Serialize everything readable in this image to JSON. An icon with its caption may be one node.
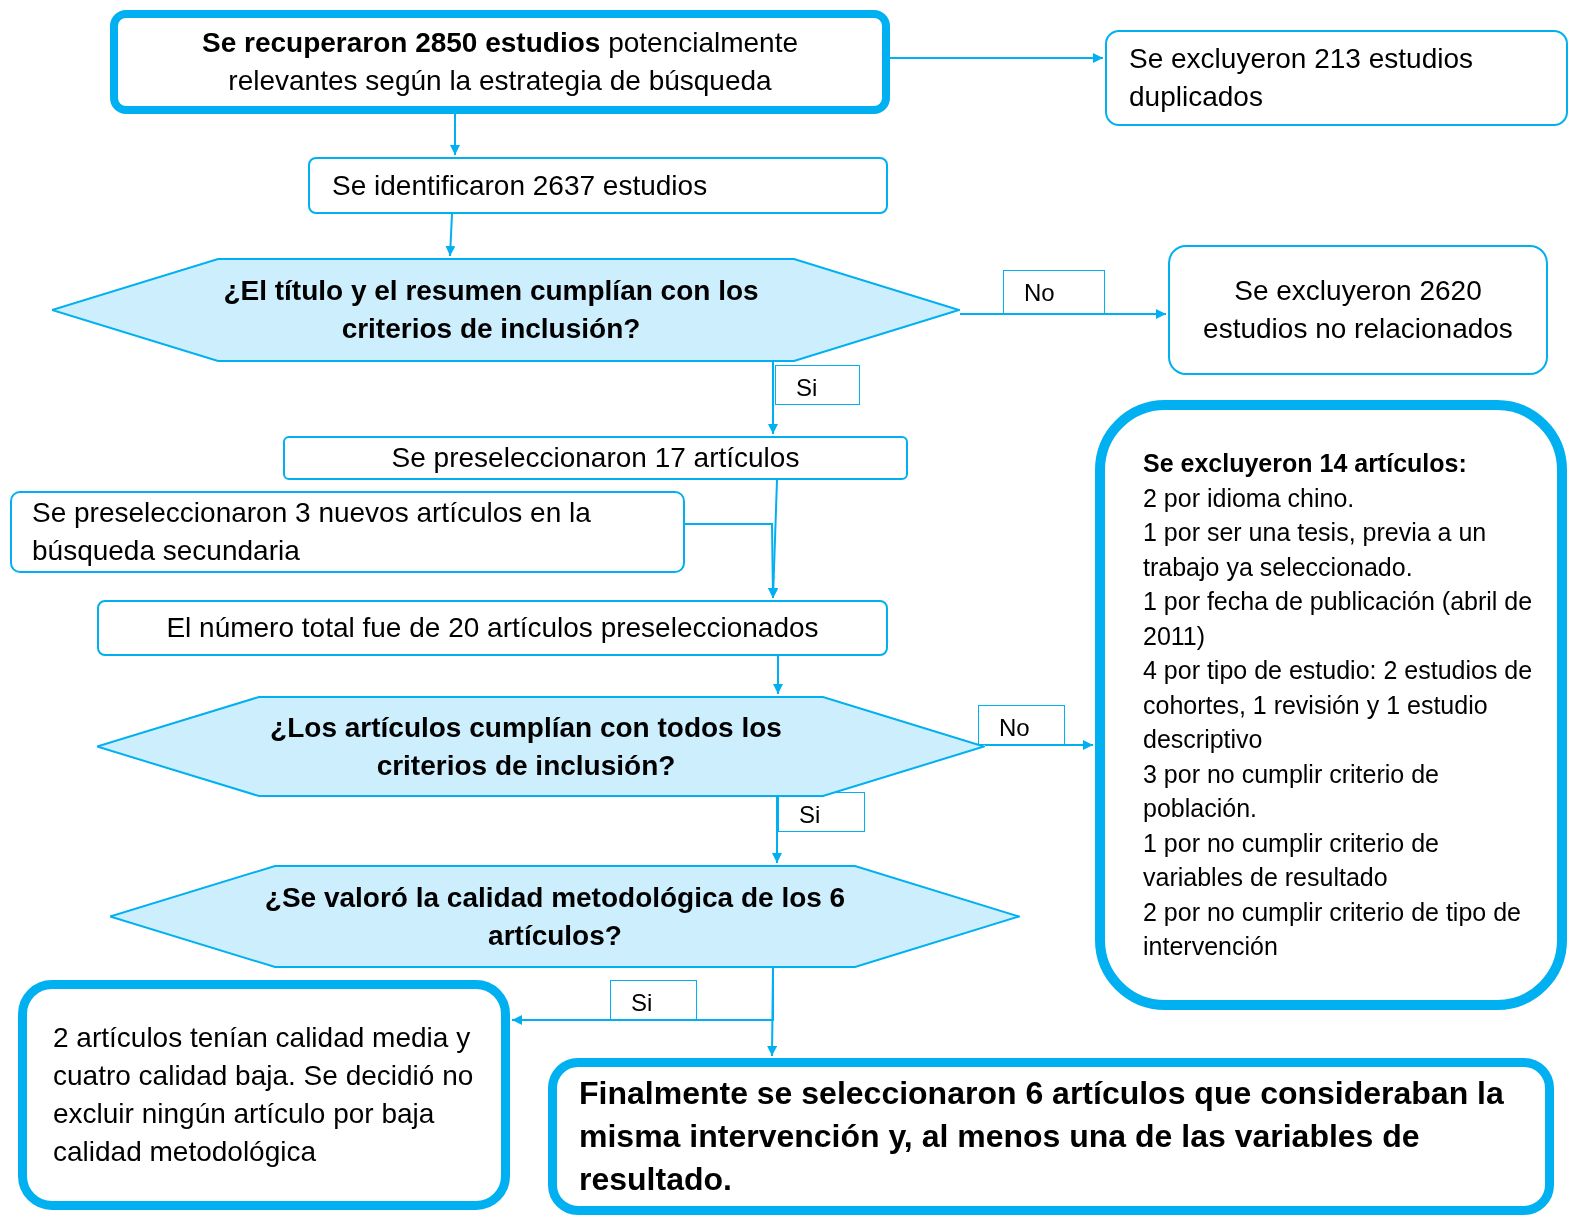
{
  "diagram": {
    "nodes": [
      {
        "text": [
          "**Se recuperaron 2850 estudios** potencialmente relevantes según la estrategia de búsqueda"
        ]
      },
      {
        "text": [
          "Se excluyeron 213 estudios duplicados"
        ]
      },
      {
        "text": [
          "Se identificaron 2637 estudios"
        ]
      },
      {
        "text": [
          "¿El título y el resumen cumplían con los criterios de inclusión?"
        ]
      },
      {
        "text": [
          "Se excluyeron 2620 estudios no relacionados"
        ]
      },
      {
        "text": [
          "Se preseleccionaron 17 artículos"
        ]
      },
      {
        "text": [
          "Se preseleccionaron 3 nuevos artículos en la búsqueda secundaria"
        ]
      },
      {
        "text": [
          "El número total fue de 20 artículos preseleccionados"
        ]
      },
      {
        "text": [
          "¿Los artículos cumplían con todos los criterios de inclusión?"
        ]
      },
      {
        "text": [
          "Se excluyeron 14 artículos:",
          "2 por idioma chino.",
          "1 por ser una tesis, previa a un trabajo ya seleccionado.",
          "1 por fecha de publicación (abril de 2011)",
          "4 por tipo de estudio: 2 estudios de cohortes, 1 revisión y 1 estudio descriptivo",
          "3 por no cumplir criterio de población.",
          "1 por no cumplir criterio de variables de resultado",
          "2 por no cumplir criterio de tipo de intervención"
        ]
      },
      {
        "text": [
          "¿Se valoró la calidad metodológica de los 6 artículos?"
        ]
      },
      {
        "text": [
          "2 artículos tenían calidad media y cuatro calidad baja. Se decidió no excluir ningún artículo por baja calidad metodológica"
        ]
      },
      {
        "text": [
          "Finalmente se seleccionaron 6 artículos que consideraban la misma intervención y, al menos una de las variables de resultado."
        ]
      }
    ],
    "edges": [
      {
        "from": 0,
        "to": 1,
        "arrow": "to"
      },
      {
        "from": 0,
        "to": 2,
        "arrow": "to"
      },
      {
        "from": 2,
        "to": 3,
        "arrow": "to"
      },
      {
        "from": 3,
        "to": 4,
        "arrow": "to",
        "label": "No"
      },
      {
        "from": 3,
        "to": 5,
        "arrow": "to",
        "label": "Si"
      },
      {
        "from": 6,
        "to": 7,
        "arrow": "to"
      },
      {
        "from": 5,
        "to": 7,
        "arrow": "to"
      },
      {
        "from": 7,
        "to": 8,
        "arrow": "to"
      },
      {
        "from": 8,
        "to": 9,
        "arrow": "to",
        "label": "No"
      },
      {
        "from": 8,
        "to": 10,
        "arrow": "to",
        "label": "Si"
      },
      {
        "from": 10,
        "to": 11,
        "arrow": "to",
        "label": "Si"
      },
      {
        "from": 10,
        "to": 12,
        "arrow": "to"
      }
    ]
  }
}
